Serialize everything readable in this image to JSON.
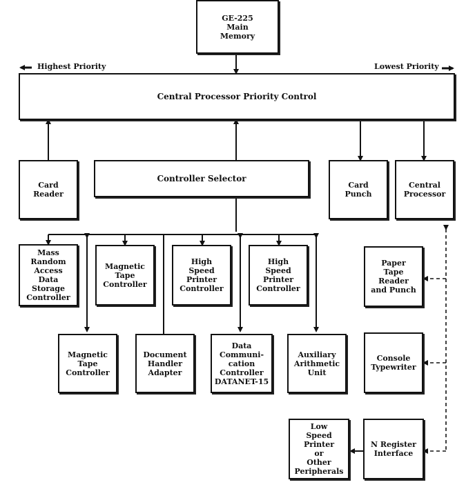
{
  "labels": {
    "highest_priority": "Highest Priority",
    "lowest_priority": "Lowest Priority"
  },
  "boxes": {
    "main_memory": "GE-225\nMain\nMemory",
    "priority_control": "Central Processor Priority Control",
    "card_reader": "Card\nReader",
    "controller_selector": "Controller Selector",
    "card_punch": "Card\nPunch",
    "central_processor": "Central\nProcessor",
    "mass_storage": "Mass\nRandom\nAccess\nData\nStorage\nController",
    "mag_tape_1": "Magnetic\nTape\nController",
    "printer_1": "High\nSpeed\nPrinter\nController",
    "printer_2": "High\nSpeed\nPrinter\nController",
    "paper_tape": "Paper\nTape\nReader\nand Punch",
    "mag_tape_2": "Magnetic\nTape\nController",
    "doc_handler": "Document\nHandler\nAdapter",
    "data_comm": "Data\nCommuni-\ncation\nController\nDATANET-15",
    "aux_arith": "Auxiliary\nArithmetic\nUnit",
    "console": "Console\nTypewriter",
    "low_speed_printer": "Low\nSpeed\nPrinter\nor\nOther\nPeripherals",
    "n_register": "N Register\nInterface"
  }
}
